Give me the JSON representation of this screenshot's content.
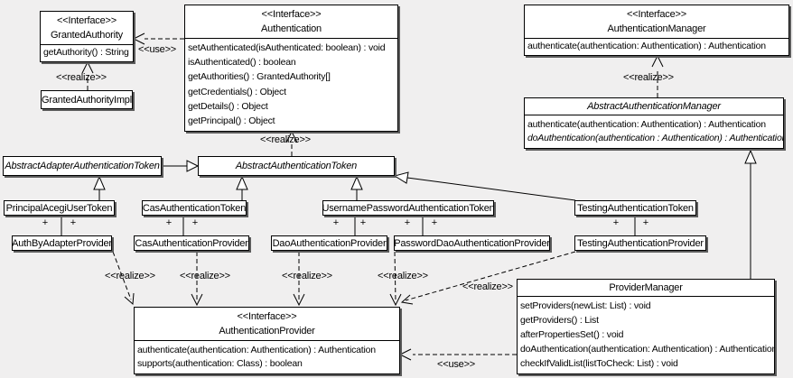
{
  "labels": {
    "use": "<<use>>",
    "realize": "<<realize>>",
    "plus": "+"
  },
  "colors": {
    "background": "#f0efef",
    "box_fill": "#ffffff",
    "line": "#000000",
    "shadow": "#5c5c5c"
  },
  "classes": {
    "granted_authority": {
      "stereotype": "<<Interface>>",
      "name": "GrantedAuthority",
      "methods": [
        "getAuthority() : String"
      ]
    },
    "granted_authority_impl": {
      "name": "GrantedAuthorityImpl"
    },
    "authentication": {
      "stereotype": "<<Interface>>",
      "name": "Authentication",
      "methods": [
        "setAuthenticated(isAuthenticated: boolean) : void",
        "isAuthenticated() : boolean",
        "getAuthorities() : GrantedAuthority[]",
        "getCredentials() : Object",
        "getDetails() : Object",
        "getPrincipal() : Object"
      ]
    },
    "authentication_manager": {
      "stereotype": "<<Interface>>",
      "name": "AuthenticationManager",
      "methods": [
        "authenticate(authentication: Authentication) : Authentication"
      ]
    },
    "abstract_authentication_manager": {
      "name": "AbstractAuthenticationManager",
      "methods": [
        "authenticate(authentication: Authentication) : Authentication",
        "doAuthentication(authentication : Authentication) : Authentication"
      ]
    },
    "abstract_adapter_authentication_token": {
      "name": "AbstractAdapterAuthenticationToken"
    },
    "abstract_authentication_token": {
      "name": "AbstractAuthenticationToken"
    },
    "principal_acegi_user_token": {
      "name": "PrincipalAcegiUserToken"
    },
    "cas_authentication_token": {
      "name": "CasAuthenticationToken"
    },
    "username_password_authentication_token": {
      "name": "UsernamePasswordAuthenticationToken"
    },
    "testing_authentication_token": {
      "name": "TestingAuthenticationToken"
    },
    "auth_by_adapter_provider": {
      "name": "AuthByAdapterProvider"
    },
    "cas_authentication_provider": {
      "name": "CasAuthenticationProvider"
    },
    "dao_authentication_provider": {
      "name": "DaoAuthenticationProvider"
    },
    "password_dao_authentication_provider": {
      "name": "PasswordDaoAuthenticationProvider"
    },
    "testing_authentication_provider": {
      "name": "TestingAuthenticationProvider"
    },
    "authentication_provider": {
      "stereotype": "<<Interface>>",
      "name": "AuthenticationProvider",
      "methods": [
        "authenticate(authentication: Authentication) : Authentication",
        "supports(authentication: Class) : boolean"
      ]
    },
    "provider_manager": {
      "name": "ProviderManager",
      "methods": [
        "setProviders(newList: List) : void",
        "getProviders() : List",
        "afterPropertiesSet() : void",
        "doAuthentication(authentication: Authentication) : Authentication",
        "checkIfValidList(listToCheck: List) : void"
      ]
    }
  }
}
